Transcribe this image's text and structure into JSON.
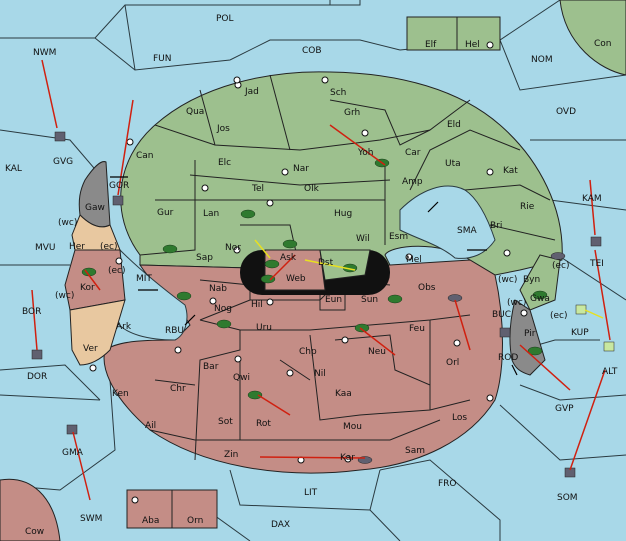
{
  "colors": {
    "sea": "#a8d8e8",
    "power_green": "#9dc08e",
    "power_red": "#c48d86",
    "neutral_tan": "#e8c8a0",
    "impassable": "#8a8a8a",
    "order_arrow": "#d02010",
    "support_arrow": "#e8e020"
  },
  "labels": {
    "pol": "POL",
    "cob": "COB",
    "fun": "FUN",
    "nwm": "NWM",
    "nom": "NOM",
    "con": "Con",
    "elf": "Elf",
    "hel": "Hel",
    "ovd": "OVD",
    "kal": "KAL",
    "kam": "KAM",
    "mvu": "MVU",
    "bor": "BOR",
    "dor": "DOR",
    "gvg": "GVG",
    "gor": "GOR",
    "mit": "MIT",
    "rbu": "RBU",
    "sma": "SMA",
    "tei": "TEI",
    "kup": "KUP",
    "alt": "ALT",
    "rod": "ROD",
    "buc": "BUC",
    "gvp": "GVP",
    "fro": "FRO",
    "lit": "LIT",
    "dax": "DAX",
    "swm": "SWM",
    "gma": "GMA",
    "cow": "Cow",
    "som": "SOM",
    "aba": "Aba",
    "orn": "Orn",
    "jad": "Jad",
    "sch": "Sch",
    "qua": "Qua",
    "jos": "Jos",
    "grh": "Grh",
    "can": "Can",
    "eld": "Eld",
    "car": "Car",
    "yoh": "Yoh",
    "elc": "Elc",
    "nar": "Nar",
    "amp": "Amp",
    "uta": "Uta",
    "kat": "Kat",
    "tel": "Tel",
    "olk": "Olk",
    "rie": "Rie",
    "gur": "Gur",
    "lan": "Lan",
    "hug": "Hug",
    "bri": "Bri",
    "gaw": "Gaw",
    "nor": "Nor",
    "wil": "Wil",
    "esm": "Esm",
    "sap": "Sap",
    "ask": "Ask",
    "dst": "Dst",
    "mel": "Mel",
    "byn": "Byn",
    "her": "Her",
    "wc_gaw": "(wc)",
    "ec_her": "(ec)",
    "ec_kor": "(ec)",
    "wc_kor": "(wc)",
    "kor": "Kor",
    "web": "Web",
    "nab": "Nab",
    "eun": "Eun",
    "sun": "Sun",
    "obs": "Obs",
    "wc_byn": "(wc)",
    "ec_byn": "(ec)",
    "wc_gwa": "(wc)",
    "gwa": "Gwa",
    "ec_gwa": "(ec)",
    "ark": "Ark",
    "nog": "Nog",
    "hil": "Hil",
    "uru": "Uru",
    "feu": "Feu",
    "pir": "Pir",
    "ver": "Ver",
    "chp": "Chp",
    "neu": "Neu",
    "orl": "Orl",
    "bar": "Bar",
    "qwi": "Qwi",
    "nil": "Nil",
    "ken": "Ken",
    "chr": "Chr",
    "kaa": "Kaa",
    "ail": "Ail",
    "sot": "Sot",
    "rot": "Rot",
    "mou": "Mou",
    "los": "Los",
    "zin": "Zin",
    "kar": "Kar",
    "sam": "Sam"
  }
}
